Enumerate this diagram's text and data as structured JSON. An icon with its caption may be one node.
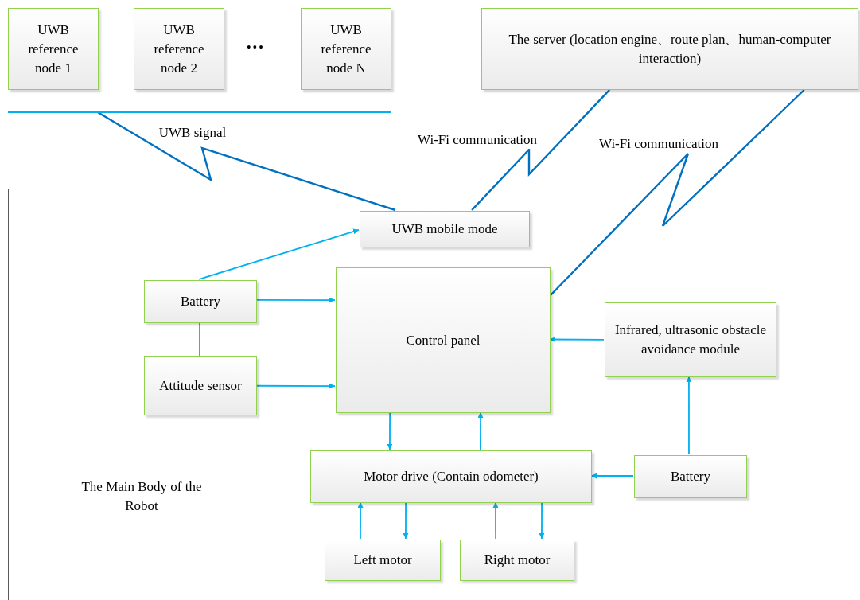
{
  "diagram": {
    "nodes": [
      {
        "text": [
          "UWB reference node 1"
        ]
      },
      {
        "text": [
          "UWB reference node 2"
        ]
      },
      {
        "text": [
          "UWB reference node N"
        ]
      },
      {
        "text": [],
        "shape": "bar"
      },
      {
        "text": [
          "The server (location engine、route plan、human-computer interaction)"
        ]
      },
      {
        "text": [
          "The Main Body of the Robot"
        ]
      },
      {
        "text": [
          "UWB mobile mode"
        ],
        "in": 5
      },
      {
        "text": [
          "Battery"
        ],
        "in": 5
      },
      {
        "text": [
          "Attitude sensor"
        ],
        "in": 5
      },
      {
        "text": [
          "Control panel"
        ],
        "in": 5
      },
      {
        "text": [
          "Infrared, ultrasonic obstacle avoidance module"
        ],
        "in": 5
      },
      {
        "text": [
          "Motor drive (Contain odometer)"
        ],
        "in": 5
      },
      {
        "text": [
          "Battery"
        ],
        "in": 5
      },
      {
        "text": [
          "Left motor"
        ],
        "in": 5
      },
      {
        "text": [
          "Right motor"
        ],
        "in": 5
      }
    ],
    "edges": [
      {
        "from": 3,
        "to": 6,
        "arrow": "none",
        "label": "UWB signal",
        "color": "#0070c0"
      },
      {
        "from": 4,
        "to": 6,
        "arrow": "none",
        "label": "Wi-Fi communication",
        "color": "#0070c0"
      },
      {
        "from": 4,
        "to": 9,
        "arrow": "none",
        "label": "Wi-Fi communication",
        "color": "#0070c0"
      },
      {
        "from": 7,
        "to": 6,
        "arrow": "to"
      },
      {
        "from": 7,
        "to": 9,
        "arrow": "to"
      },
      {
        "from": 7,
        "to": 8,
        "arrow": "none"
      },
      {
        "from": 8,
        "to": 9,
        "arrow": "to"
      },
      {
        "from": 10,
        "to": 9,
        "arrow": "to"
      },
      {
        "from": 9,
        "to": 11,
        "arrow": "to"
      },
      {
        "from": 11,
        "to": 9,
        "arrow": "to"
      },
      {
        "from": 12,
        "to": 11,
        "arrow": "to"
      },
      {
        "from": 12,
        "to": 10,
        "arrow": "to"
      },
      {
        "from": 13,
        "to": 11,
        "arrow": "to"
      },
      {
        "from": 11,
        "to": 13,
        "arrow": "to"
      },
      {
        "from": 14,
        "to": 11,
        "arrow": "to"
      },
      {
        "from": 11,
        "to": 14,
        "arrow": "to"
      }
    ],
    "labels": [
      "•••"
    ]
  }
}
